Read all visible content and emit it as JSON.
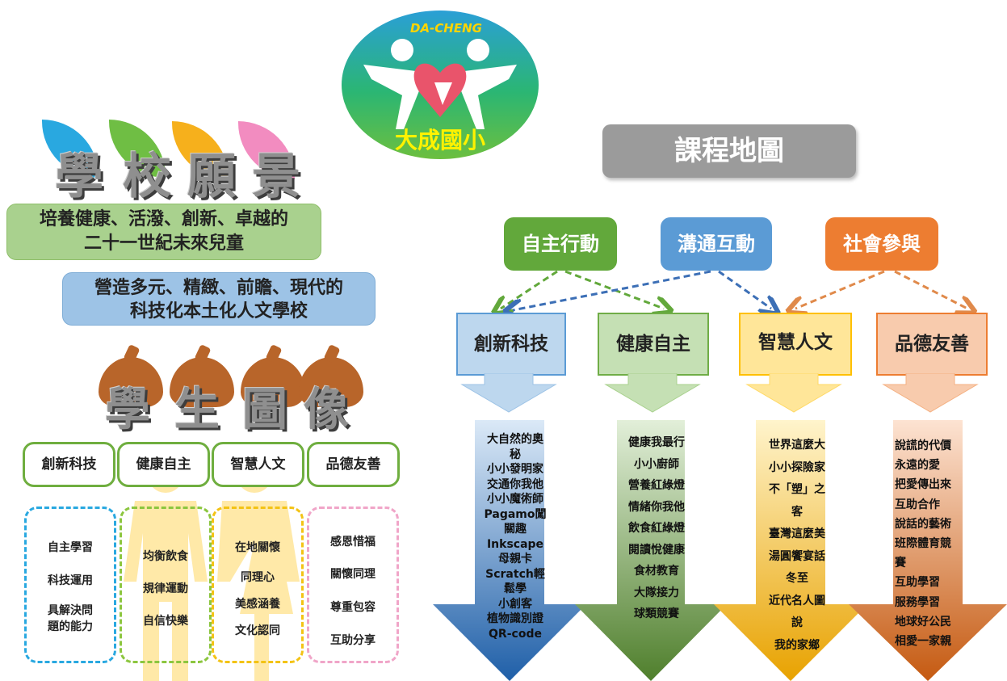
{
  "logo": {
    "top_text": "DA-CHENG",
    "bottom_text": "大成國小"
  },
  "vision": {
    "title_chars": [
      "學",
      "校",
      "願",
      "景"
    ],
    "leaf_colors": [
      "#29a8e0",
      "#6fbe44",
      "#f6b01c",
      "#f28cc0"
    ],
    "lines_green": [
      "培養健康、活潑、創新、卓越的",
      "二十一世紀未來兒童"
    ],
    "lines_blue": [
      "營造多元、精緻、前瞻、現代的",
      "科技化本土化人文學校"
    ]
  },
  "portrait": {
    "title_chars": [
      "學",
      "生",
      "圖",
      "像"
    ],
    "traits": [
      {
        "label": "創新科技",
        "items": [
          "自主學習",
          "科技運用",
          "具解決問\n題的能力"
        ],
        "border": "#29a8e0"
      },
      {
        "label": "健康自主",
        "items": [
          "均衡飲食",
          "規律運動",
          "自信快樂"
        ],
        "border": "#8cc63f"
      },
      {
        "label": "智慧人文",
        "items": [
          "在地關懷",
          "同理心",
          "美感涵養",
          "文化認同"
        ],
        "border": "#f3c315"
      },
      {
        "label": "品德友善",
        "items": [
          "感恩惜福",
          "關懷同理",
          "尊重包容",
          "互助分享"
        ],
        "border": "#f0a5c8"
      }
    ]
  },
  "curriculum": {
    "title": "課程地圖",
    "competencies": [
      {
        "label": "自主行動",
        "color": "#62a83b"
      },
      {
        "label": "溝通互動",
        "color": "#5b9bd5"
      },
      {
        "label": "社會參與",
        "color": "#ed7d31"
      }
    ],
    "domains": [
      {
        "label": "創新科技",
        "fill": "#bdd7ee",
        "border": "#5b9bd5",
        "arrow": "#1f5fa8",
        "arrow_top": "#bdd7ee",
        "items": [
          "大自然的奧",
          "秘",
          "小小發明家",
          "交通你我他",
          "小小魔術師",
          "Pagamo闖",
          "關趣",
          "Inkscape",
          "母親卡",
          "Scratch輕",
          "鬆學",
          "小創客",
          "植物識別證",
          "QR-code"
        ]
      },
      {
        "label": "健康自主",
        "fill": "#c5e0b4",
        "border": "#70ad47",
        "arrow": "#548235",
        "arrow_top": "#c5e0b4",
        "items": [
          "健康我最行",
          "小小廚師",
          "營養紅綠燈",
          "情緒你我他",
          "飲食紅綠燈",
          "閱讀悅健康",
          "食材教育",
          "大隊接力",
          "球類競賽"
        ]
      },
      {
        "label": "智慧人文",
        "fill": "#ffe699",
        "border": "#ffc000",
        "arrow": "#e8a200",
        "arrow_top": "#ffe699",
        "items": [
          "世界這麼大",
          "小小探險家",
          "不「塑」之",
          "客",
          "臺灣這麼美",
          "湯圓饗宴話",
          "冬至",
          "近代名人圖",
          "說",
          "我的家鄉"
        ]
      },
      {
        "label": "品德友善",
        "fill": "#f8cbad",
        "border": "#ed7d31",
        "arrow": "#c55a11",
        "arrow_top": "#f8cbad",
        "items": [
          "說謊的代價",
          "永遠的愛",
          "把愛傳出來",
          "互助合作",
          "說話的藝術",
          "班際體育競",
          "賽",
          "互助學習",
          "服務學習",
          "地球好公民",
          "相愛一家親"
        ]
      }
    ]
  }
}
